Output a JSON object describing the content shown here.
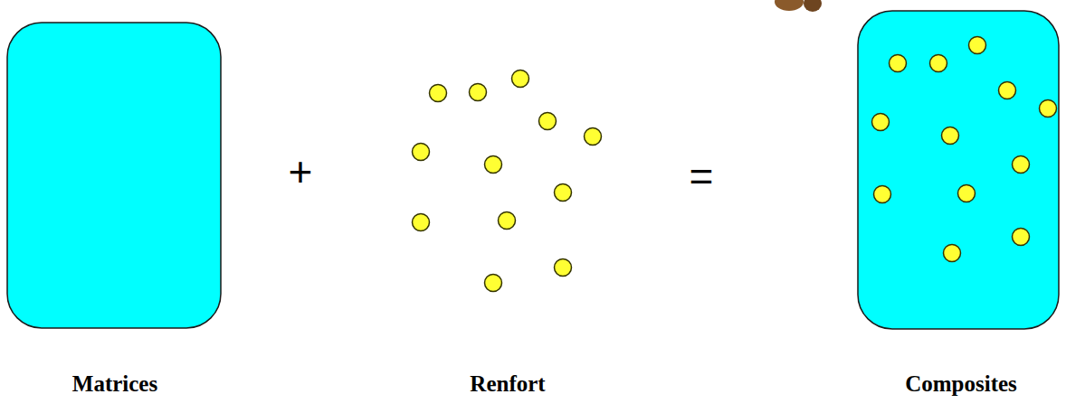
{
  "diagram": {
    "labels": [
      "+",
      "=",
      "Matrices",
      "Renfort",
      "Composites"
    ]
  }
}
